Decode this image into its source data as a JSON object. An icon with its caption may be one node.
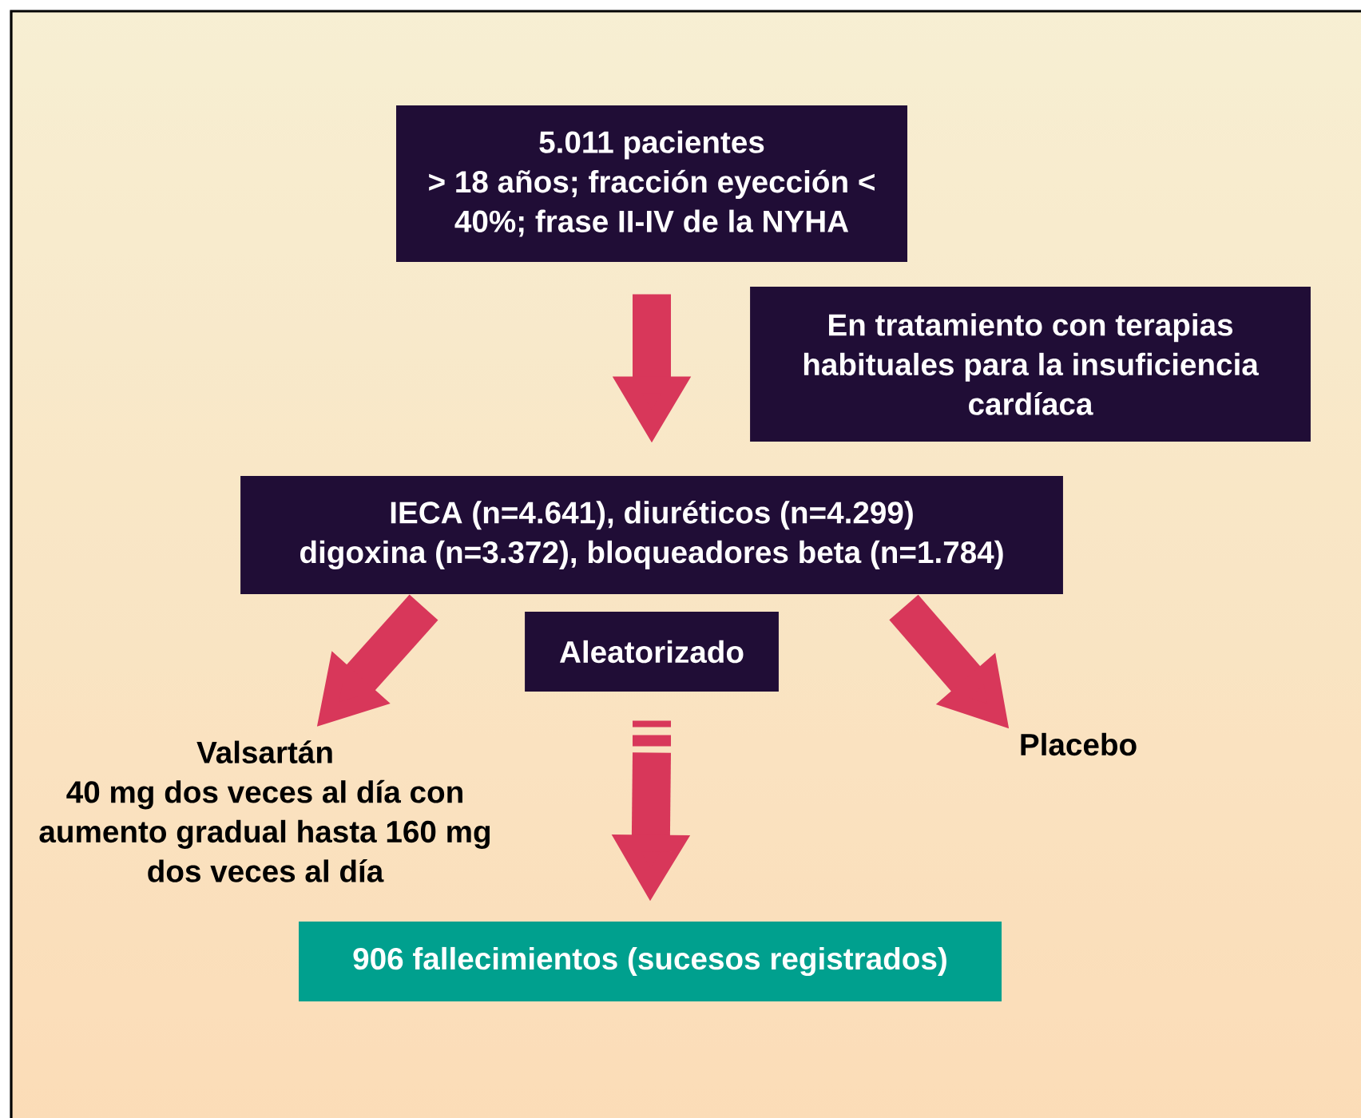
{
  "diagram": {
    "nodes": [
      {
        "text": [
          "5.011 pacientes",
          "> 18 años; fracción eyección < 40%; frase II-IV de la NYHA"
        ]
      },
      {
        "text": [
          "En tratamiento con terapias habituales para la insuficiencia cardíaca"
        ]
      },
      {
        "text": [
          "IECA (n=4.641), diuréticos (n=4.299)",
          "digoxina (n=3.372), bloqueadores beta (n=1.784)"
        ]
      },
      {
        "text": [
          "Aleatorizado"
        ]
      },
      {
        "text": [
          "Valsartán",
          "40 mg dos veces al día con aumento gradual hasta 160 mg dos veces al día"
        ]
      },
      {
        "text": [
          "Placebo"
        ]
      },
      {
        "text": [
          "906 fallecimientos (sucesos registrados)"
        ]
      }
    ],
    "edges": [
      {
        "from": 0,
        "to": 2,
        "arrow": "to"
      },
      {
        "from": 2,
        "to": 4,
        "arrow": "to"
      },
      {
        "from": 2,
        "to": 5,
        "arrow": "to"
      },
      {
        "from": 3,
        "to": 6,
        "arrow": "to"
      }
    ]
  }
}
